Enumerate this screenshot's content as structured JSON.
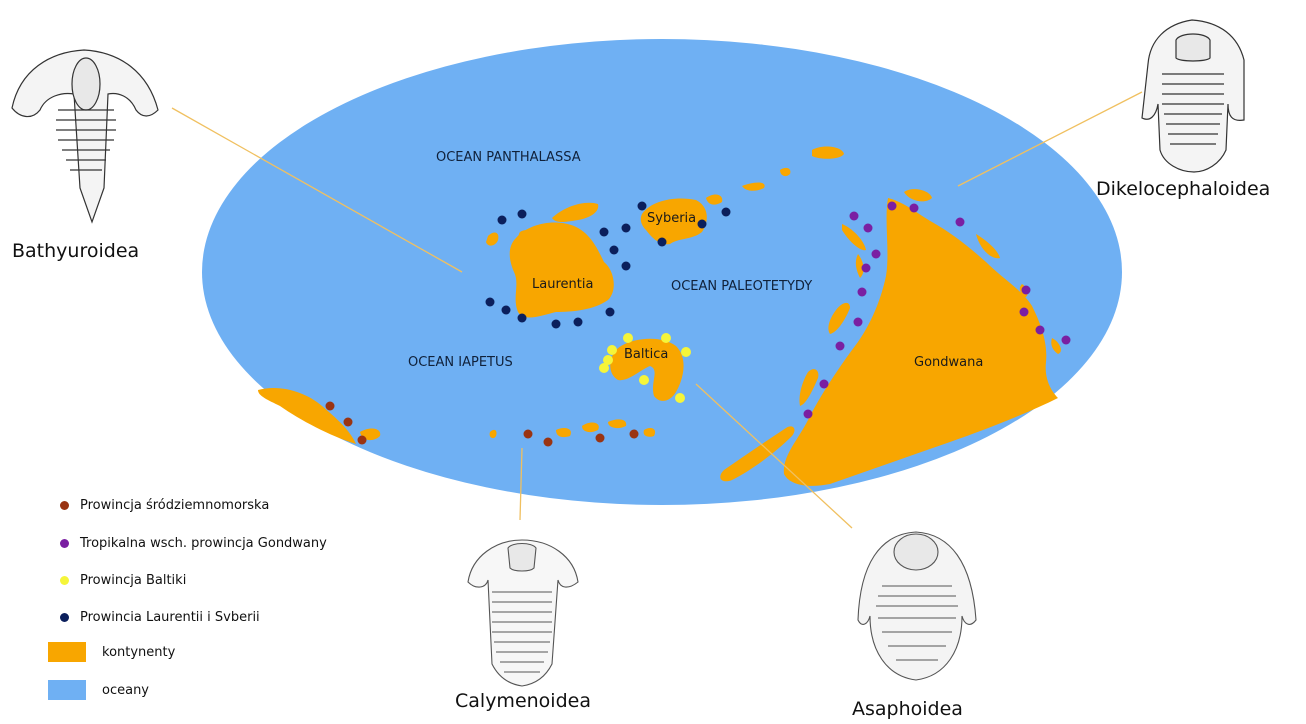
{
  "oceans": {
    "panthalassa": "OCEAN PANTHALASSA",
    "paleotetydy": "OCEAN PALEOTETYDY",
    "iapetus": "OCEAN IAPETUS"
  },
  "continents": {
    "laurentia": "Laurentia",
    "syberia": "Syberia",
    "baltica": "Baltica",
    "gondwana": "Gondwana"
  },
  "trilobites": {
    "bathyuroidea": "Bathyuroidea",
    "dikelocephaloidea": "Dikelocephaloidea",
    "calymenoidea": "Calymenoidea",
    "asaphoidea": "Asaphoidea"
  },
  "legend": {
    "mediterranean": "Prowincja śródziemnomorska",
    "gondwana_tropical": "Tropikalna wsch. prowincja Gondwany",
    "baltica": "Prowincja Baltiki",
    "laurentia_syberia": "Prowincia Laurentii i Svberii",
    "continents": "kontynenty",
    "oceans": "oceany"
  },
  "colors": {
    "ocean": "#6fb0f3",
    "continent": "#f8a600",
    "mediterranean": "#9a3412",
    "gondwana_tropical": "#7a1fa2",
    "baltica": "#f5f53a",
    "laurentia_syberia": "#0b1f5c",
    "pointer": "#f0c060"
  }
}
